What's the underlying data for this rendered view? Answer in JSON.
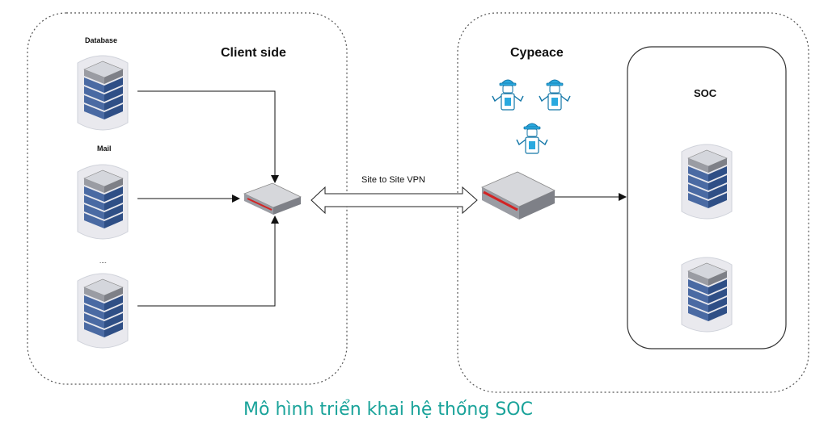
{
  "client": {
    "title": "Client side",
    "servers": [
      {
        "label": "Database"
      },
      {
        "label": "Mail"
      },
      {
        "label": "...."
      }
    ]
  },
  "provider": {
    "title": "Cypeace",
    "soc_title": "SOC"
  },
  "vpn": {
    "label": "Site to Site VPN"
  },
  "caption": "Mô hình triển khai hệ thống SOC",
  "colors": {
    "caption": "#1aa39a",
    "server_blue": "#3f5f96",
    "router_red": "#d22424",
    "engineer": "#2aa9df"
  }
}
